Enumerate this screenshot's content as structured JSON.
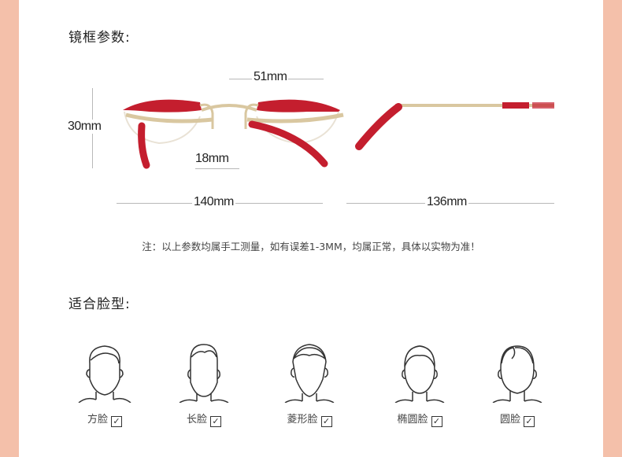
{
  "frame_params": {
    "title": "镜框参数:",
    "lens_width": "51mm",
    "lens_height": "30mm",
    "bridge_width": "18mm",
    "frame_width": "140mm",
    "temple_length": "136mm",
    "note": "注：以上参数均属手工测量，如有误差1-3MM，均属正常，具体以实物为准！"
  },
  "face_shapes": {
    "title": "适合脸型:",
    "items": [
      {
        "label": "方脸",
        "checked": true,
        "icon": "square-face-icon"
      },
      {
        "label": "长脸",
        "checked": true,
        "icon": "long-face-icon"
      },
      {
        "label": "菱形脸",
        "checked": true,
        "icon": "diamond-face-icon"
      },
      {
        "label": "椭圆脸",
        "checked": true,
        "icon": "oval-face-icon"
      },
      {
        "label": "圆脸",
        "checked": true,
        "icon": "round-face-icon"
      }
    ]
  },
  "colors": {
    "border": "#f4c0aa",
    "frame_red": "#c41e2e",
    "frame_gold": "#d9c7a0"
  }
}
